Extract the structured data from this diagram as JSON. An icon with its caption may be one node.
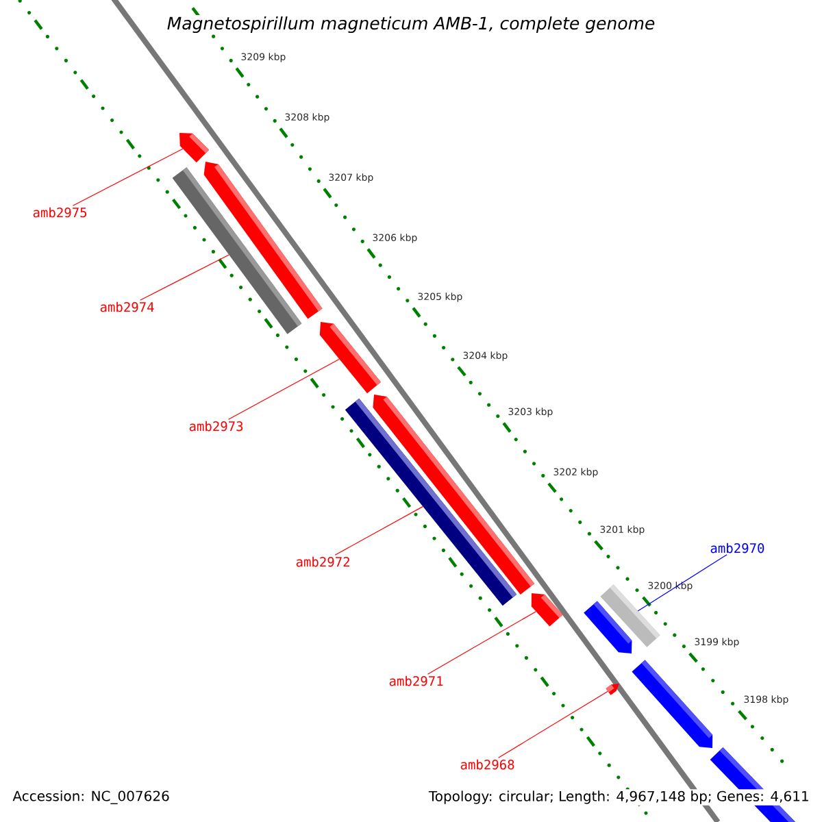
{
  "diagram": {
    "title": "Magnetospirillum magneticum AMB-1, complete genome",
    "nodes": [
      {
        "text": [
          "amb2975"
        ]
      },
      {
        "text": [
          "amb2974"
        ]
      },
      {
        "text": [
          "amb2973"
        ]
      },
      {
        "text": [
          "amb2970"
        ]
      },
      {
        "text": [
          "amb2972"
        ]
      },
      {
        "text": [
          "amb2971"
        ]
      },
      {
        "text": [
          "amb2968"
        ]
      },
      {
        "text": [],
        "shape": "pentagon"
      },
      {
        "text": [],
        "shape": "bar"
      },
      {
        "text": [],
        "shape": "pentagon"
      },
      {
        "text": [],
        "shape": "pentagon"
      },
      {
        "text": [],
        "shape": "bar"
      },
      {
        "text": [],
        "shape": "pentagon"
      },
      {
        "text": [],
        "shape": "pentagon"
      },
      {
        "text": [],
        "shape": "bar"
      },
      {
        "text": [],
        "shape": "pentagon"
      },
      {
        "text": [],
        "shape": "pentagon"
      },
      {
        "text": [],
        "shape": "pentagon"
      },
      {
        "text": [],
        "shape": "pentagon"
      }
    ],
    "edges": [
      {
        "from": 0,
        "to": 7,
        "arrow": "none"
      },
      {
        "from": 1,
        "to": 8,
        "arrow": "none"
      },
      {
        "from": 2,
        "to": 10,
        "arrow": "none"
      },
      {
        "from": 3,
        "to": 14,
        "arrow": "none",
        "color": "#0000ff"
      },
      {
        "from": 4,
        "to": 11,
        "arrow": "none"
      },
      {
        "from": 5,
        "to": 13,
        "arrow": "none"
      },
      {
        "from": 6,
        "to": 16,
        "arrow": "none"
      }
    ],
    "labels": [
      "3209 kbp",
      "3208 kbp",
      "3207 kbp",
      "3206 kbp",
      "3205 kbp",
      "3204 kbp",
      "3203 kbp",
      "3202 kbp",
      "3201 kbp",
      "3200 kbp",
      "3199 kbp",
      "3198 kbp",
      "Accession: NC_007626",
      "Topology: circular; Length: 4,967,148 bp; Genes: 4,611"
    ]
  }
}
